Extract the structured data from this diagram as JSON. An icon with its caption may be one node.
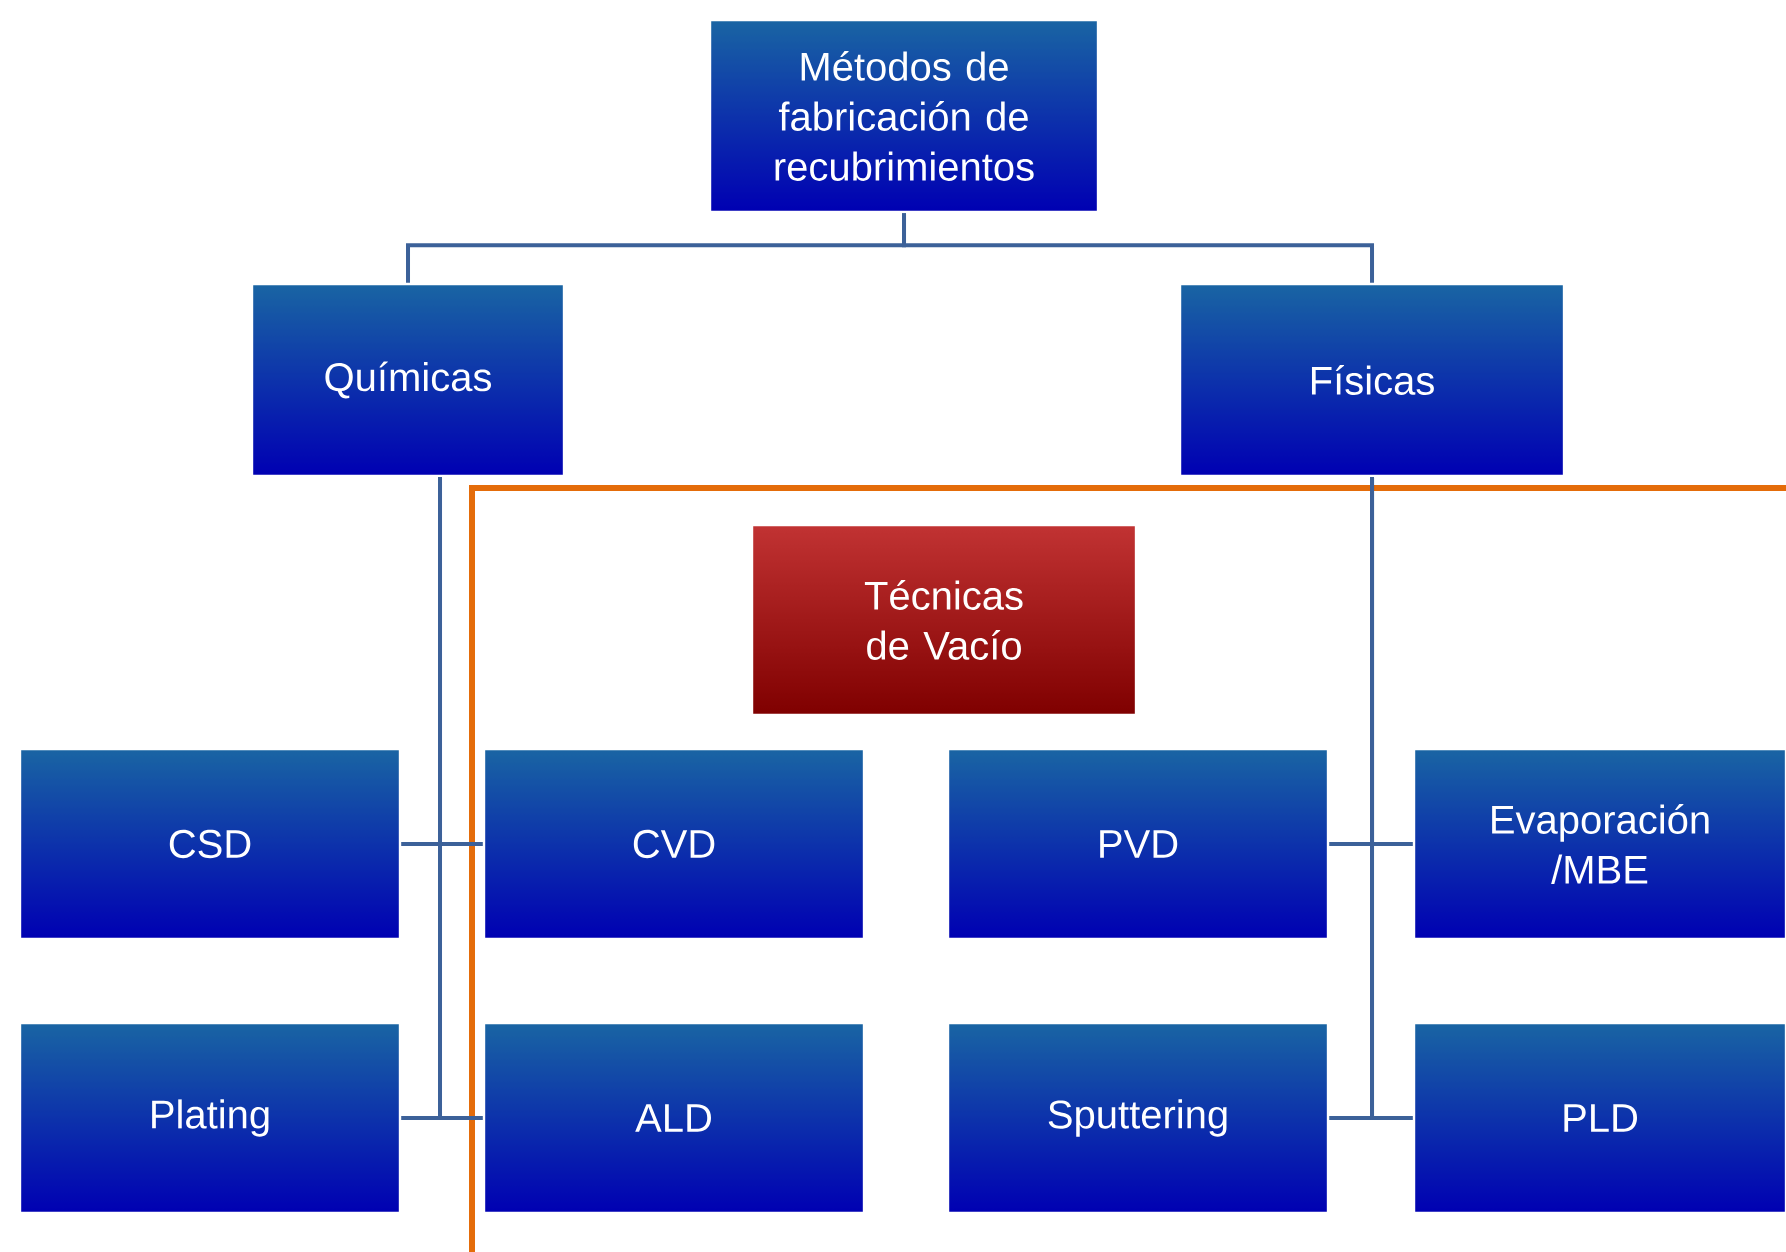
{
  "diagram": {
    "nodes": [
      {
        "text": [
          "Métodos de fabricación de recubrimientos"
        ]
      },
      {
        "text": [
          "Químicas"
        ]
      },
      {
        "text": [
          "Físicas"
        ]
      },
      {
        "text": [
          "Técnicas de Vacío"
        ]
      },
      {
        "text": [
          "CSD"
        ]
      },
      {
        "text": [
          "CVD"
        ]
      },
      {
        "text": [
          "PVD"
        ]
      },
      {
        "text": [
          "Evaporación /MBE"
        ]
      },
      {
        "text": [
          "Plating"
        ]
      },
      {
        "text": [
          "ALD"
        ]
      },
      {
        "text": [
          "Sputtering"
        ]
      },
      {
        "text": [
          "PLD"
        ]
      }
    ],
    "edges": [
      {
        "from": 0,
        "to": 1,
        "arrow": "none"
      },
      {
        "from": 0,
        "to": 2,
        "arrow": "none"
      },
      {
        "from": 1,
        "to": 4,
        "arrow": "none"
      },
      {
        "from": 1,
        "to": 5,
        "arrow": "none"
      },
      {
        "from": 1,
        "to": 8,
        "arrow": "none"
      },
      {
        "from": 1,
        "to": 9,
        "arrow": "none"
      },
      {
        "from": 2,
        "to": 6,
        "arrow": "none"
      },
      {
        "from": 2,
        "to": 7,
        "arrow": "none"
      },
      {
        "from": 2,
        "to": 10,
        "arrow": "none"
      },
      {
        "from": 2,
        "to": 11,
        "arrow": "none"
      }
    ]
  }
}
